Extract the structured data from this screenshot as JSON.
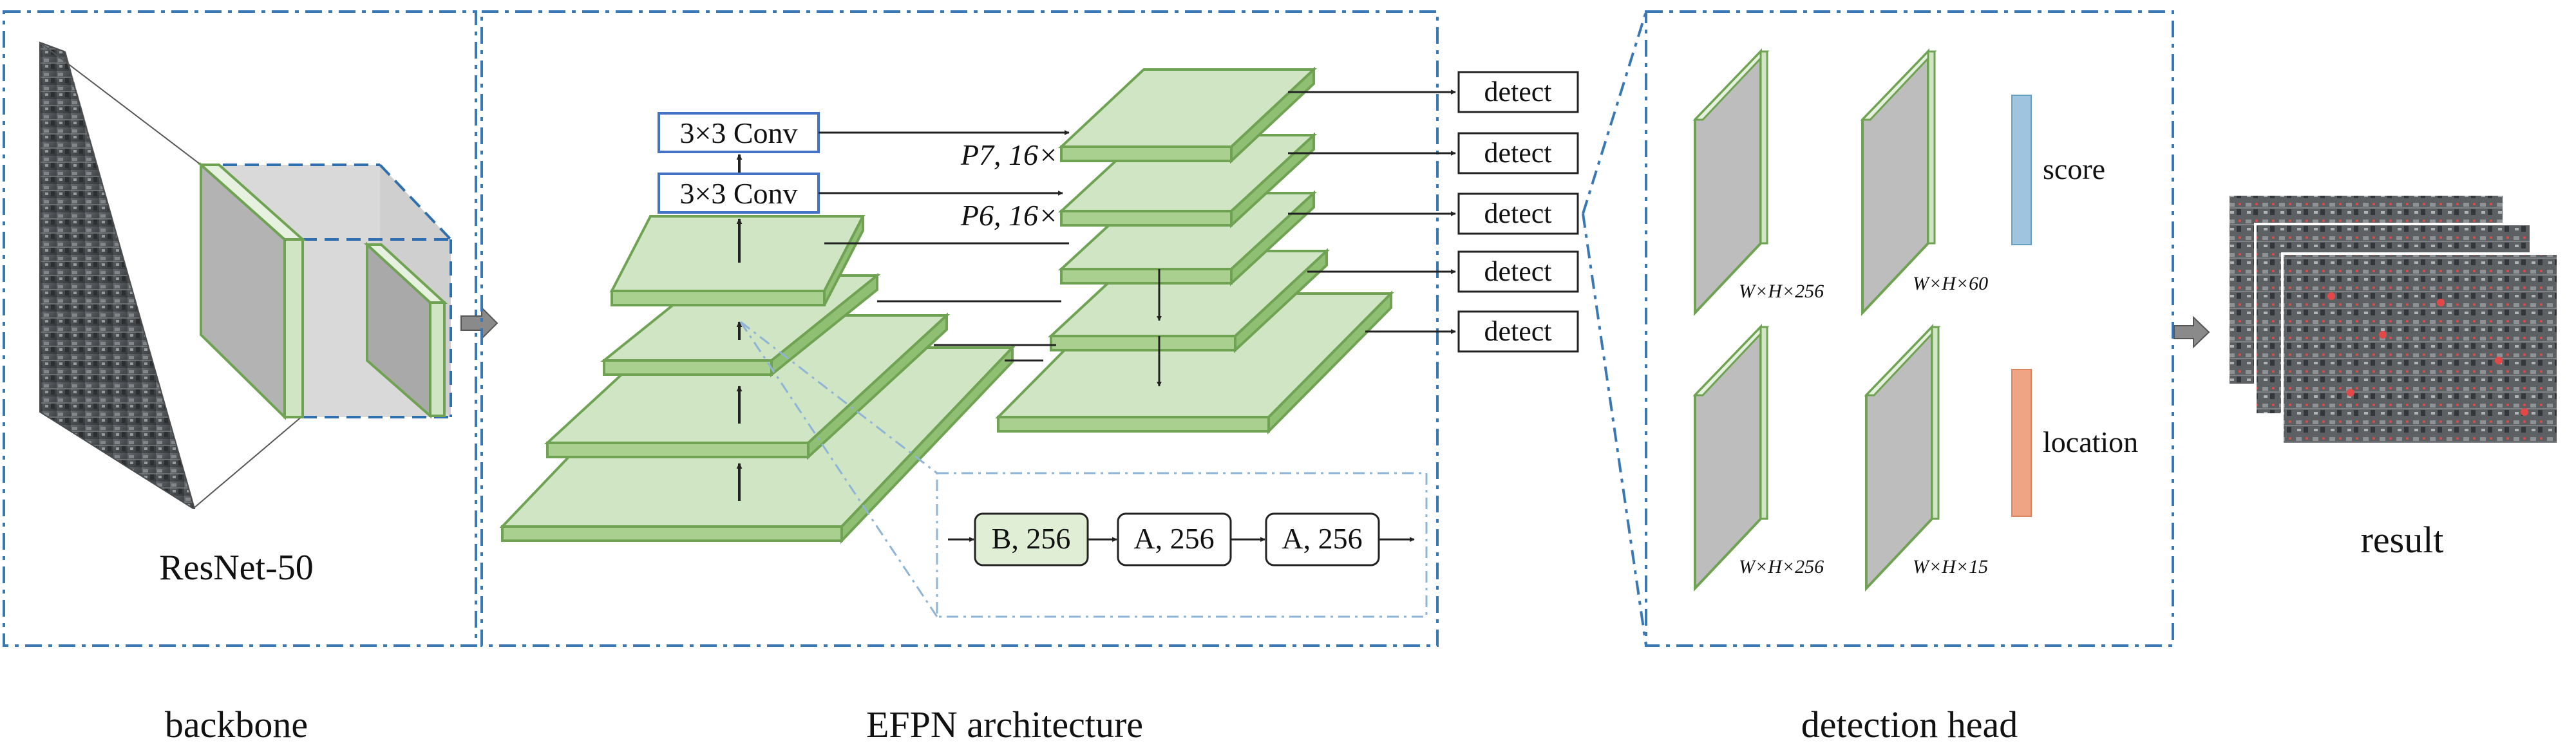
{
  "sections": {
    "backbone": "backbone",
    "efpn": "EFPN architecture",
    "head": "detection head",
    "result": "result"
  },
  "backbone": {
    "network": "ResNet-50"
  },
  "efpn": {
    "conv_top": "3×3 Conv",
    "conv_bottom": "3×3 Conv",
    "p7_label": "P7, 16×",
    "p6_label": "P6, 16×",
    "detect_labels": [
      "detect",
      "detect",
      "detect",
      "detect",
      "detect"
    ],
    "block_b": "B, 256",
    "block_a1": "A, 256",
    "block_a2": "A, 256"
  },
  "head": {
    "dims_top_1": "W×H×256",
    "dims_top_2": "W×H×60",
    "dims_bottom_1": "W×H×256",
    "dims_bottom_2": "W×H×15",
    "score": "score",
    "location": "location"
  },
  "colors": {
    "plate_fill": "#cfe5c3",
    "plate_edge": "#6fa353",
    "score_bar": "#9ec5dd",
    "location_bar": "#efa583",
    "frame": "#3a78b5",
    "conv_border": "#4472c4"
  }
}
